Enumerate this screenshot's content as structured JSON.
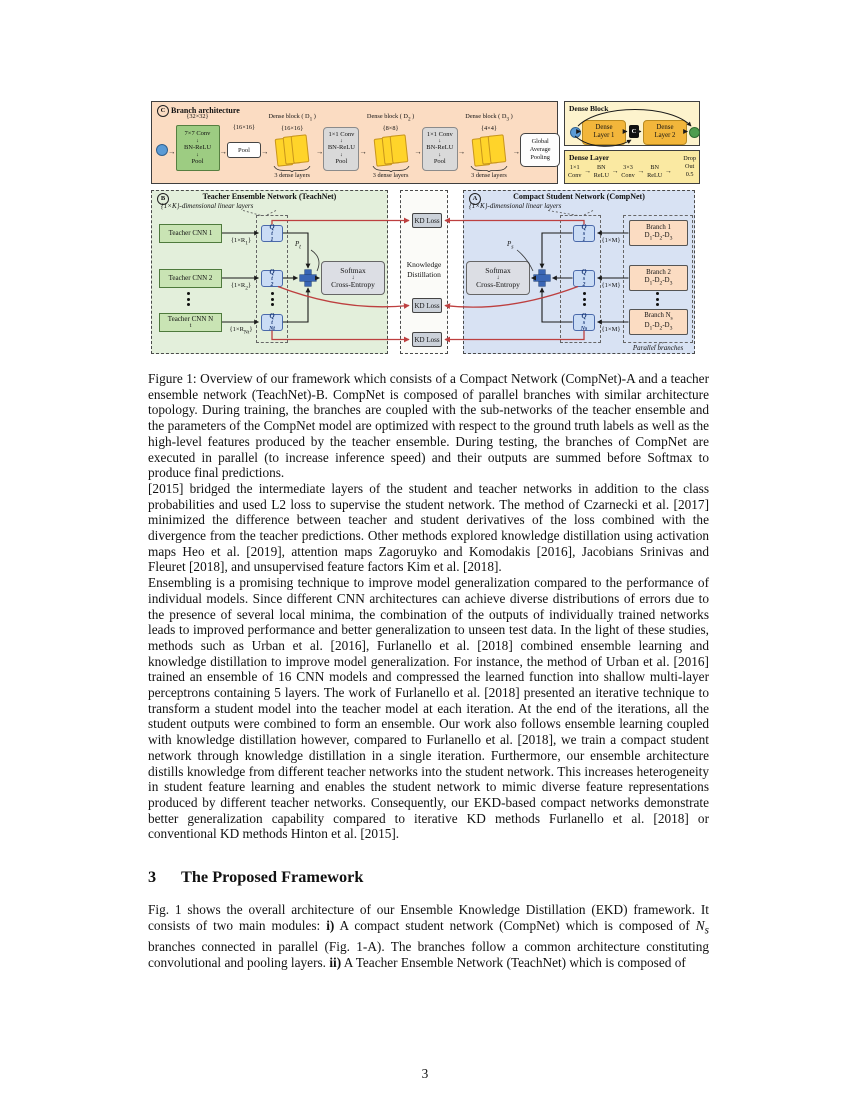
{
  "icons": {
    "arrow_right": "→",
    "arrow_down": "↓",
    "ellipsis_v": "⋮"
  },
  "colors": {
    "branch_panel_bg": "#fbdcc2",
    "teacher_panel_bg": "#e3efdb",
    "student_panel_bg": "#d8e2f3",
    "dense_block_panel_bg": "#fdf3cd",
    "dense_layer_panel_bg": "#fae9a2",
    "stem_green": "#9dcc82",
    "dense_stack_yellow": "#ffd42a",
    "transition_gray": "#d9d9d9",
    "q_box_blue": "#cadcf5",
    "plus_blue": "#3a66b5",
    "kd_line_red": "#bd3f3f",
    "input_node_blue": "#5b9bd5",
    "output_node_green": "#4f9d50"
  },
  "figure": {
    "panel_c": {
      "tag": "C",
      "title": "Branch architecture",
      "input_size": "{32×32}",
      "stem_lines": [
        "7×7 Conv",
        "BN-ReLU",
        "Pool"
      ],
      "pool_size": "{16×16}",
      "pool_label": "Pool",
      "blocks": [
        {
          "heading": "Dense block ( D<sub>1</sub> )",
          "size": "{16×16}",
          "sub": "3 dense layers"
        },
        {
          "heading": "Dense block ( D<sub>2</sub> )",
          "size": "{8×8}",
          "sub": "3 dense layers"
        },
        {
          "heading": "Dense block ( D<sub>3</sub> )",
          "size": "{4×4}",
          "sub": "3 dense layers"
        }
      ],
      "transition_lines": [
        "1×1 Conv",
        "BN-ReLU",
        "Pool"
      ],
      "gap_lines": [
        "Global",
        "Average",
        "Pooling"
      ]
    },
    "dense_block_panel": {
      "title": "Dense Block",
      "layer1": "Dense<br>Layer 1",
      "concat": "C",
      "layer2": "Dense<br>Layer 2"
    },
    "dense_layer_panel": {
      "title": "Dense Layer",
      "items": [
        "1×1<br>Conv",
        "BN<br>ReLU",
        "3×3<br>Conv",
        "BN<br>ReLU"
      ],
      "drop": "Drop<br>Out<br>0.5"
    },
    "teacher": {
      "tag": "B",
      "title": "Teacher Ensemble Network (TeachNet)",
      "dim_label": "{1×K}-dimensional linear layers",
      "cnns": [
        "Teacher CNN 1",
        "Teacher CNN 2",
        "Teacher CNN N<sub>t</sub>"
      ],
      "r_labels": [
        "{1×R<sub>1</sub>}",
        "{1×R<sub>2</sub>}",
        "{1×R<sub>Nt</sub>}"
      ],
      "q_labels": [
        "Q<sup>t</sup><sub>1</sub>",
        "Q<sup>t</sup><sub>2</sub>",
        "Q<sup>t</sup><sub>Nt</sub>"
      ],
      "p_label": "P<sub>t</sub>",
      "softmax": "Softmax",
      "softmax_sub": "Cross-Entropy"
    },
    "kd": {
      "loss": "KD Loss",
      "label1": "Knowledge",
      "label2": "Distillation"
    },
    "student": {
      "tag": "A",
      "title": "Compact Student Network (CompNet)",
      "dim_label": "{1×K}-dimensional linear layers",
      "q_labels": [
        "Q<sup>s</sup><sub>1</sub>",
        "Q<sup>s</sup><sub>2</sub>",
        "Q<sup>s</sup><sub>Ns</sub>"
      ],
      "m_label": "{1×M}",
      "branches": [
        "Branch 1",
        "Branch 2",
        "Branch N<sub>s</sub>"
      ],
      "branch_sub": "D<sub>1</sub>-D<sub>2</sub>-D<sub>3</sub>",
      "p_label": "P<sub>s</sub>",
      "softmax": "Softmax",
      "softmax_sub": "Cross-Entropy",
      "parallel": "Parallel branches"
    }
  },
  "caption": "Figure 1: Overview of our framework which consists of a Compact Network (CompNet)-A and a teacher ensemble network (TeachNet)-B. CompNet is composed of parallel branches with similar architecture topology. During training, the branches are coupled with the sub-networks of the teacher ensemble and the parameters of the CompNet model are optimized with respect to the ground truth labels as well as the high-level features produced by the teacher ensemble. During testing, the branches of CompNet are executed in parallel (to increase inference speed) and their outputs are summed before Softmax to produce final predictions.",
  "paragraphs": {
    "p1": "[2015] bridged the intermediate layers of the student and teacher networks in addition to the class probabilities and used L2 loss to supervise the student network. The method of Czarnecki et al. [2017] minimized the difference between teacher and student derivatives of the loss combined with the divergence from the teacher predictions. Other methods explored knowledge distillation using activation maps Heo et al. [2019], attention maps Zagoruyko and Komodakis [2016], Jacobians Srinivas and Fleuret [2018], and unsupervised feature factors Kim et al. [2018].",
    "p2": "Ensembling is a promising technique to improve model generalization compared to the performance of individual models. Since different CNN architectures can achieve diverse distributions of errors due to the presence of several local minima, the combination of the outputs of individually trained networks leads to improved performance and better generalization to unseen test data. In the light of these studies, methods such as Urban et al. [2016], Furlanello et al. [2018] combined ensemble learning and knowledge distillation to improve model generalization. For instance, the method of Urban et al. [2016] trained an ensemble of 16 CNN models and compressed the learned function into shallow multi-layer perceptrons containing 5 layers. The work of Furlanello et al. [2018] presented an iterative technique to transform a student model into the teacher model at each iteration. At the end of the iterations, all the student outputs were combined to form an ensemble. Our work also follows ensemble learning coupled with knowledge distillation however, compared to Furlanello et al. [2018], we train a compact student network through knowledge distillation in a single iteration. Furthermore, our ensemble architecture distills knowledge from different teacher networks into the student network. This increases heterogeneity in student feature learning and enables the student network to mimic diverse feature representations produced by different teacher networks. Consequently, our EKD-based compact networks demonstrate better generalization capability compared to iterative KD methods Furlanello et al. [2018] or conventional KD methods Hinton et al. [2015].",
    "p3": "Fig. 1 shows the overall architecture of our Ensemble Knowledge Distillation (EKD) framework. It consists of two main modules: <b>i)</b> A compact student network (CompNet) which is composed of <i>N<sub>s</sub></i> branches connected in parallel (Fig. 1-A). The branches follow a common architecture constituting convolutional and pooling layers. <b>ii)</b> A Teacher Ensemble Network (TeachNet) which is composed of"
  },
  "section": {
    "number": "3",
    "title": "The Proposed Framework"
  },
  "page_number": "3"
}
